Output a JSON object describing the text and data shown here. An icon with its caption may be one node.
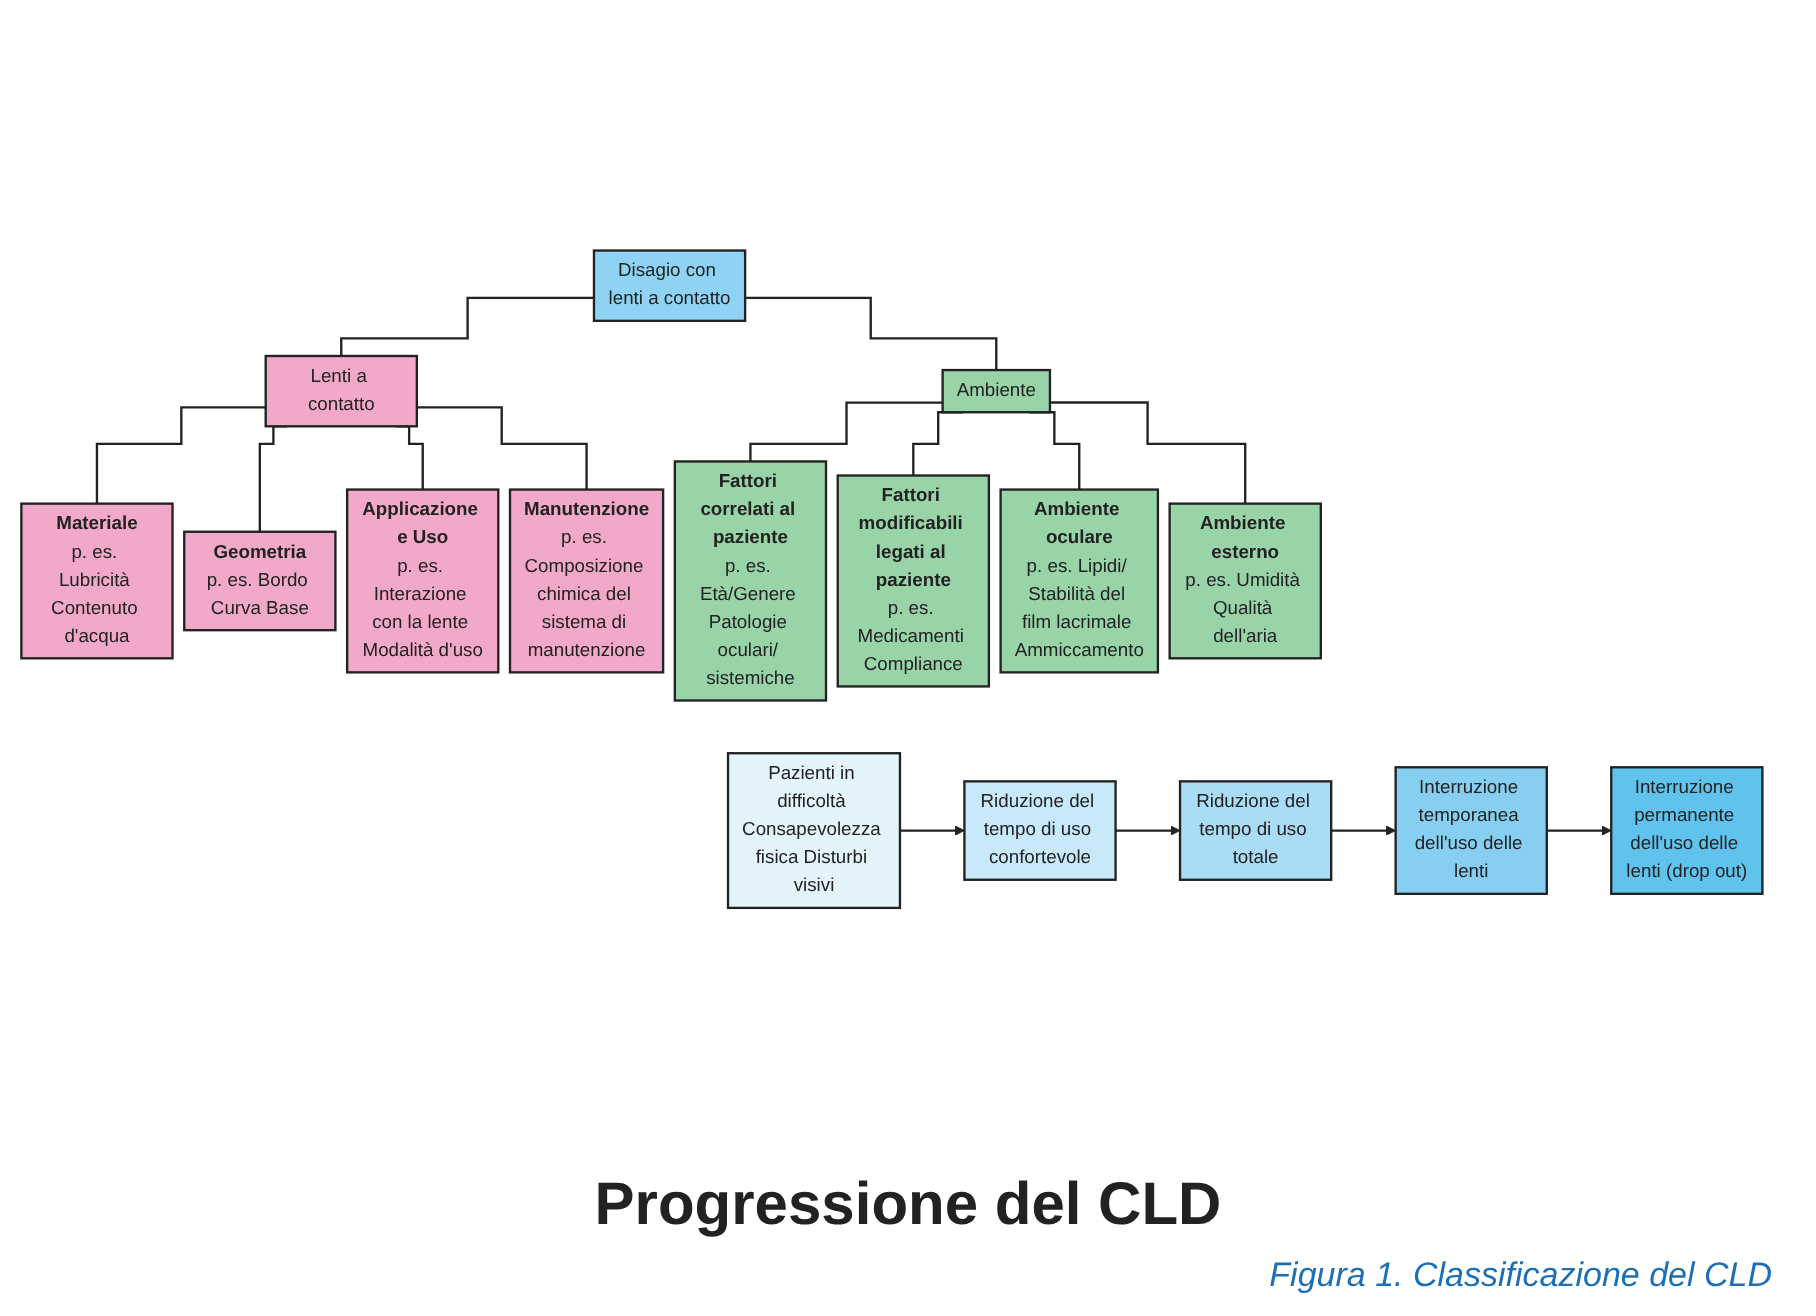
{
  "diagram": {
    "caption": "Figura 1. Classificazione del CLD",
    "nodes": [
      {
        "text": [
          "Disagio con lenti a contatto"
        ]
      },
      {
        "text": [
          "Lenti a contatto"
        ]
      },
      {
        "text": [
          "Ambiente"
        ]
      },
      {
        "text": [
          "Materiale",
          "p. es. Lubricità Contenuto d'acqua"
        ]
      },
      {
        "text": [
          "Geometria",
          "p. es. Bordo Curva Base"
        ]
      },
      {
        "text": [
          "Applicazione e Uso",
          "p. es. Interazione con la lente Modalità d'uso"
        ]
      },
      {
        "text": [
          "Manutenzione",
          "p. es. Composizione chimica del sistema di manutenzione"
        ]
      },
      {
        "text": [
          "Fattori correlati al paziente",
          "p. es. Età/Genere Patologie oculari/ sistemiche"
        ]
      },
      {
        "text": [
          "Fattori modificabili legati al paziente",
          "p. es. Medicamenti Compliance"
        ]
      },
      {
        "text": [
          "Ambiente oculare",
          "p. es. Lipidi/ Stabilità del film lacrimale Ammiccamento"
        ]
      },
      {
        "text": [
          "Ambiente esterno",
          "p. es. Umidità Qualità dell'aria"
        ]
      },
      {
        "text": [
          "Pazienti in difficoltà Consapevolezza fisica Disturbi visivi"
        ]
      },
      {
        "text": [
          "Riduzione del tempo di uso confortevole"
        ]
      },
      {
        "text": [
          "Riduzione del tempo di uso totale"
        ]
      },
      {
        "text": [
          "Interruzione temporanea dell'uso delle lenti"
        ]
      },
      {
        "text": [
          "Interruzione permanente dell'uso delle lenti (drop out)"
        ]
      }
    ],
    "edges": [
      {
        "from": 0,
        "to": 1,
        "arrow": "none"
      },
      {
        "from": 0,
        "to": 2,
        "arrow": "none"
      },
      {
        "from": 1,
        "to": 3,
        "arrow": "none"
      },
      {
        "from": 1,
        "to": 4,
        "arrow": "none"
      },
      {
        "from": 1,
        "to": 5,
        "arrow": "none"
      },
      {
        "from": 1,
        "to": 6,
        "arrow": "none"
      },
      {
        "from": 2,
        "to": 7,
        "arrow": "none"
      },
      {
        "from": 2,
        "to": 8,
        "arrow": "none"
      },
      {
        "from": 2,
        "to": 9,
        "arrow": "none"
      },
      {
        "from": 2,
        "to": 10,
        "arrow": "none"
      },
      {
        "from": 11,
        "to": 12,
        "arrow": "to"
      },
      {
        "from": 12,
        "to": 13,
        "arrow": "to"
      },
      {
        "from": 13,
        "to": 14,
        "arrow": "to"
      },
      {
        "from": 14,
        "to": 15,
        "arrow": "to"
      }
    ],
    "labels": [
      "Progressione del CLD"
    ]
  }
}
